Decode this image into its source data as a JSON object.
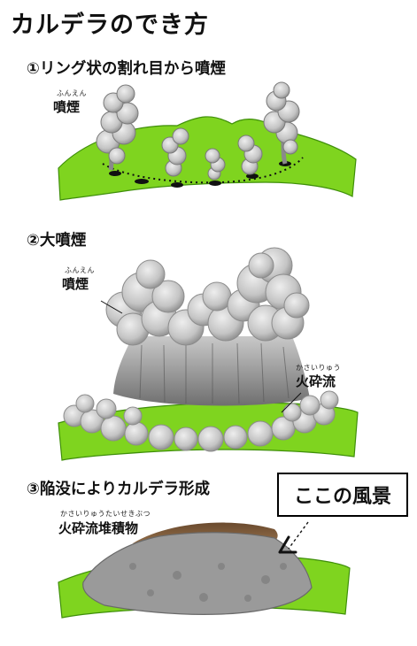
{
  "title": "カルデラのでき方",
  "steps": [
    {
      "heading": "①リング状の割れ目から噴煙",
      "labels": [
        {
          "ruby": "ふんえん",
          "text": "噴煙"
        }
      ]
    },
    {
      "heading": "②大噴煙",
      "labels": [
        {
          "ruby": "ふんえん",
          "text": "噴煙"
        },
        {
          "ruby": "かさいりゅう",
          "text": "火砕流"
        }
      ]
    },
    {
      "heading": "③陥没によりカルデラ形成",
      "labels": [
        {
          "ruby": "かさいりゅうたいせきぶつ",
          "text": "火砕流堆積物"
        }
      ]
    }
  ],
  "callout": {
    "text": "ここの風景"
  },
  "colors": {
    "grass": "#7fd41f",
    "grass_dark": "#3f8f0a",
    "smoke": "#b7b7b7",
    "smoke_light": "#dcdcdc",
    "smoke_dark": "#6e6e6e",
    "deposit": "#9a9a9a",
    "rim": "#7a5a3a"
  }
}
